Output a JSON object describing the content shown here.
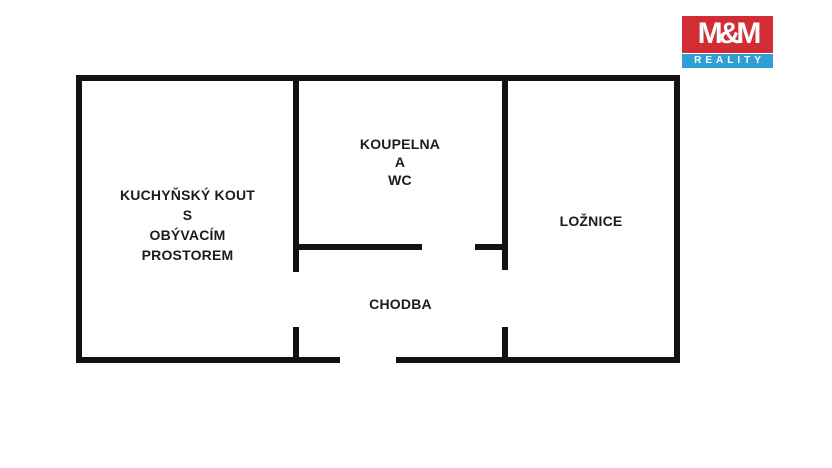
{
  "colors": {
    "wall": "#121212",
    "text": "#1c1c1c",
    "logo-red": "#d22d35",
    "logo-blue": "#2f9fd5",
    "logo-text": "#ffffff",
    "background": "#ffffff"
  },
  "logo": {
    "brand": "M&M",
    "tagline": "REALITY"
  },
  "rooms": {
    "kitchen_living": {
      "line1": "KUCHYŇSKÝ KOUT",
      "line2": "S",
      "line3": "OBÝVACÍM",
      "line4": "PROSTOREM"
    },
    "bathroom_wc": {
      "line1": "KOUPELNA",
      "line2": "A",
      "line3": "WC"
    },
    "bedroom": {
      "label": "LOŽNICE"
    },
    "hallway": {
      "label": "CHODBA"
    }
  }
}
